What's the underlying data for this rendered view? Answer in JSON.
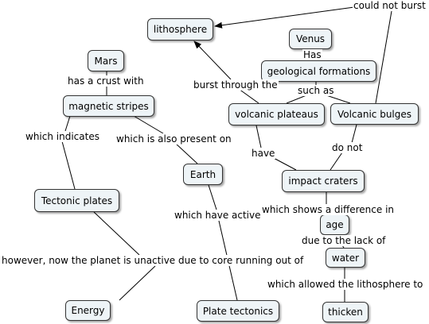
{
  "concepts": {
    "lithosphere": "lithosphere",
    "mars": "Mars",
    "venus": "Venus",
    "geological_formations": "geological formations",
    "magnetic_stripes": "magnetic stripes",
    "volcanic_plateaus": "volcanic plateaus",
    "volcanic_bulges": "Volcanic bulges",
    "earth": "Earth",
    "impact_craters": "impact craters",
    "tectonic_plates": "Tectonic plates",
    "age": "age",
    "water": "water",
    "energy": "Energy",
    "plate_tectonics": "Plate tectonics",
    "thicken": "thicken"
  },
  "linking_phrases": {
    "could_not_burst": "could not burst",
    "has": "Has",
    "has_a_crust_with": "has a crust with",
    "burst_through_the": "burst through the",
    "such_as": "such as",
    "which_indicates": "which indicates",
    "which_is_also_present_on": "which is also present on",
    "have": "have",
    "do_not": "do not",
    "which_have_active": "which have active",
    "which_shows_a_difference_in": "which shows a difference in",
    "due_to_the_lack_of": "due to the lack of",
    "however_unactive": "however, now the planet is unactive due to core running out of",
    "which_allowed_the_lithosphere_to": "which allowed the lithosphere to"
  }
}
